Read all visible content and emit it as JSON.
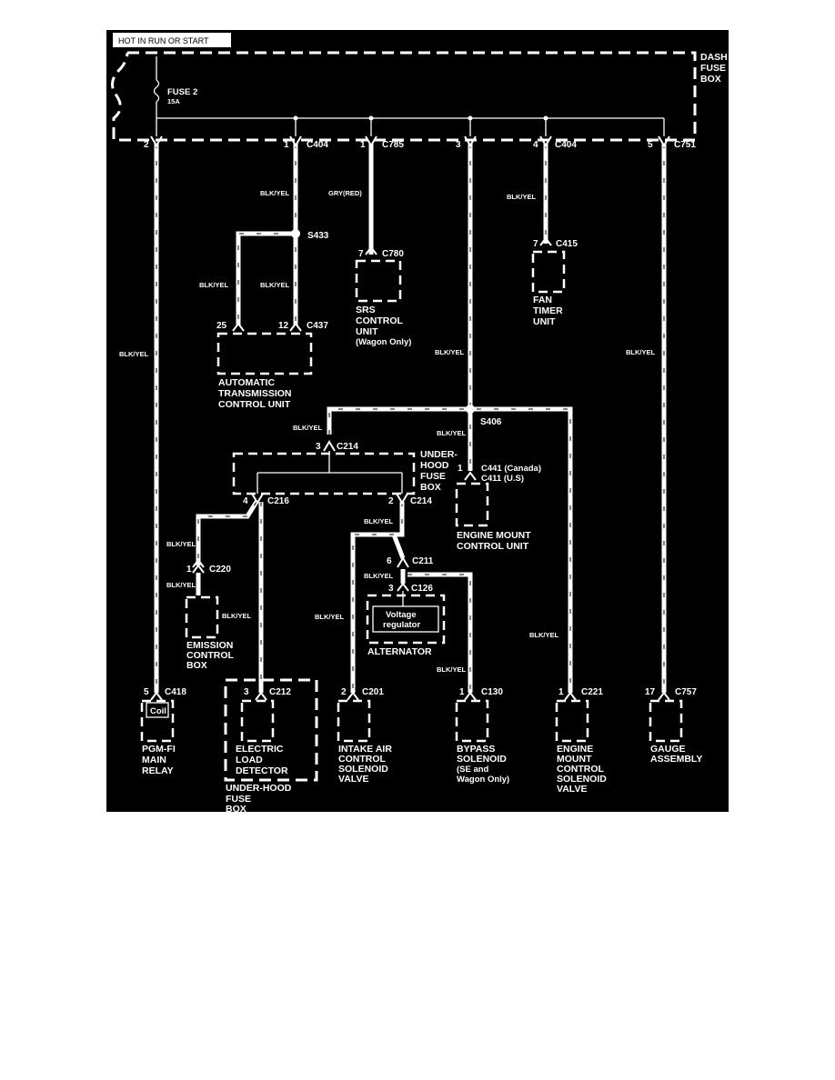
{
  "header": {
    "power_label": "HOT IN  RUN OR  START"
  },
  "dash_fuse_box": {
    "label": [
      "DASH",
      "FUSE",
      "BOX"
    ],
    "fuse_name": "FUSE 2",
    "fuse_rating": "15A"
  },
  "connectors": {
    "c1": {
      "pin": "2",
      "name": ""
    },
    "c2": {
      "pin": "1",
      "name": "C404"
    },
    "c3": {
      "pin": "1",
      "name": "C785"
    },
    "c4": {
      "pin": "3",
      "name": ""
    },
    "c5": {
      "pin": "4",
      "name": "C404"
    },
    "c6": {
      "pin": "5",
      "name": "C751"
    },
    "c780": {
      "pin": "7",
      "name": "C780"
    },
    "c415": {
      "pin": "7",
      "name": "C415"
    },
    "c437": {
      "pin_a": "25",
      "pin_b": "12",
      "name": "C437"
    },
    "c214a": {
      "pin": "3",
      "name": "C214"
    },
    "c216": {
      "pin": "4",
      "name": "C216"
    },
    "c214b": {
      "pin": "2",
      "name": "C214"
    },
    "c441": {
      "pin": "1",
      "name": "C441 (Canada)",
      "name2": "C411 (U.S)"
    },
    "c220": {
      "pin": "1",
      "name": "C220"
    },
    "c211": {
      "pin": "6",
      "name": "C211"
    },
    "c126": {
      "pin": "3",
      "name": "C126"
    },
    "c418": {
      "pin": "5",
      "name": "C418"
    },
    "c212": {
      "pin": "3",
      "name": "C212"
    },
    "c201": {
      "pin": "2",
      "name": "C201"
    },
    "c130": {
      "pin": "1",
      "name": "C130"
    },
    "c221": {
      "pin": "1",
      "name": "C221"
    },
    "c757": {
      "pin": "17",
      "name": "C757"
    }
  },
  "splices": {
    "s433": "S433",
    "s406": "S406"
  },
  "wire_colors": {
    "blk_yel": "BLK/YEL",
    "gry_red": "GRY(RED)"
  },
  "components": {
    "srs": [
      "SRS",
      "CONTROL",
      "UNIT"
    ],
    "srs_note": "(Wagon Only)",
    "fan_timer": [
      "FAN",
      "TIMER",
      "UNIT"
    ],
    "atcu": [
      "AUTOMATIC",
      "TRANSMISSION",
      "CONTROL UNIT"
    ],
    "under_hood_top": [
      "UNDER-",
      "HOOD",
      "FUSE",
      "BOX"
    ],
    "engine_mount_cu": [
      "ENGINE MOUNT",
      "CONTROL UNIT"
    ],
    "emission": [
      "EMISSION",
      "CONTROL",
      "BOX"
    ],
    "voltage_regulator": [
      "Voltage",
      "regulator"
    ],
    "alternator": "ALTERNATOR",
    "coil": "Coil",
    "pgm_fi": [
      "PGM-FI",
      "MAIN",
      "RELAY"
    ],
    "eld": [
      "ELECTRIC",
      "LOAD",
      "DETECTOR"
    ],
    "under_hood_bottom": [
      "UNDER-HOOD",
      "FUSE",
      "BOX"
    ],
    "iacv": [
      "INTAKE AIR",
      "CONTROL",
      "SOLENOID",
      "VALVE"
    ],
    "bypass": [
      "BYPASS",
      "SOLENOID"
    ],
    "bypass_note": [
      "(SE  and",
      "Wagon Only)"
    ],
    "emcsv": [
      "ENGINE",
      "MOUNT",
      "CONTROL",
      "SOLENOID",
      "VALVE"
    ],
    "gauge": [
      "GAUGE",
      "ASSEMBLY"
    ]
  }
}
